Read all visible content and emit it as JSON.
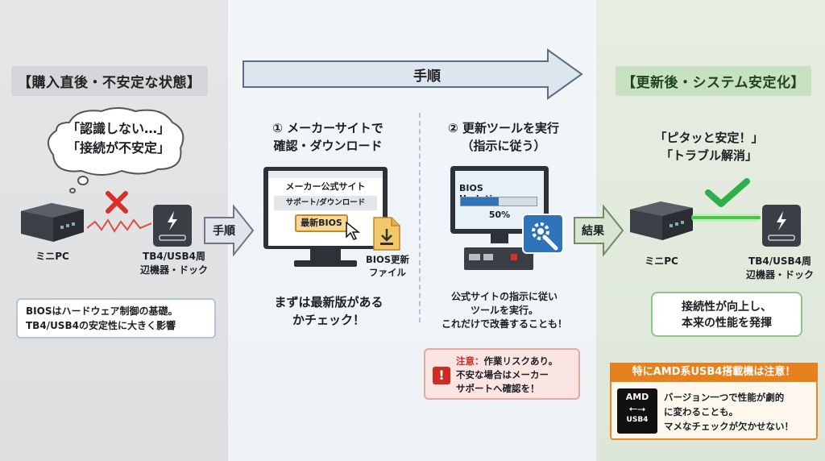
{
  "header_left": "【購入直後・不安定な状態】",
  "header_right": "【更新後・システム安定化】",
  "flow_arrow_label": "手順",
  "left": {
    "bubble_line1": "「認識しない…」",
    "bubble_line2": "「接続が不安定」",
    "minipc_label": "ミニPC",
    "dock_label_line1": "TB4/USB4周",
    "dock_label_line2": "辺機器・ドック",
    "note_line1": "BIOSはハードウェア制御の基礎。",
    "note_line2": "TB4/USB4の安定性に大きく影響"
  },
  "arrow_steps_label": "手順",
  "arrow_result_label": "結果",
  "step1": {
    "title_line1": "① メーカーサイトで",
    "title_line2": "確認・ダウンロード",
    "site_title": "メーカー公式サイト",
    "site_nav": "サポート/ダウンロード",
    "site_button": "最新BIOS",
    "file_label_line1": "BIOS更新",
    "file_label_line2": "ファイル",
    "desc_line1": "まずは最新版がある",
    "desc_line2": "かチェック！"
  },
  "step2": {
    "title_line1": "② 更新ツールを実行",
    "title_line2": "（指示に従う）",
    "screen_text": "BIOS Updating...",
    "progress_text": "50%",
    "progress_value": 0.5,
    "desc_line1": "公式サイトの指示に従い",
    "desc_line2": "ツールを実行。",
    "desc_line3": "これだけで改善することも！",
    "warning_label": "注意：",
    "warning_line1": "作業リスクあり。",
    "warning_line2": "不安な場合はメーカー",
    "warning_line3": "サポートへ確認を！"
  },
  "right": {
    "quote_line1": "「ピタッと安定！」",
    "quote_line2": "「トラブル解消」",
    "minipc_label": "ミニPC",
    "dock_label_line1": "TB4/USB4周",
    "dock_label_line2": "辺機器・ドック",
    "result_line1": "接続性が向上し、",
    "result_line2": "本来の性能を発揮"
  },
  "amd": {
    "header": "特にAMD系USB4搭載機は注意！",
    "logo_text": "AMD",
    "logo_sub": "USB4",
    "text_line1": "バージョン一つで性能が劇的",
    "text_line2": "に変わることも。",
    "text_line3": "マメなチェックが欠かせない！"
  },
  "colors": {
    "panel_left": "#dcdee0",
    "panel_right": "#dde7d9",
    "error_red": "#d9302a",
    "success_green": "#2fae4a",
    "amd_orange": "#e5821f",
    "warning_red": "#cf2b25",
    "progress_blue": "#2f73b8"
  },
  "icons": [
    "x-mark-icon",
    "check-mark-icon",
    "cursor-icon",
    "download-file-icon",
    "gear-wrench-icon",
    "warning-icon",
    "usb-icon",
    "lightning-icon"
  ]
}
